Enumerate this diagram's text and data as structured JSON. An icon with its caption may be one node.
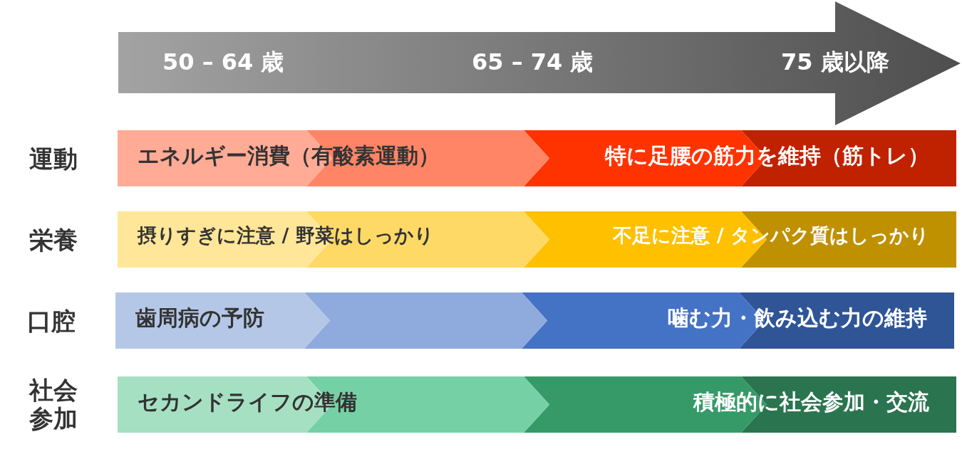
{
  "diagram": {
    "nodes": [
      {
        "text": [
          "50 – 64 歳",
          "65 – 74 歳",
          "75 歳以降"
        ]
      },
      {
        "text": [
          "エネルギー消費（有酸素運動）",
          "特に足腰の筋力を維持（筋トレ）"
        ],
        "beside": [
          "運動"
        ]
      },
      {
        "text": [
          "摂りすぎに注意 / 野菜はしっかり",
          "不足に注意 / タンパク質はしっかり"
        ],
        "beside": [
          "栄養"
        ]
      },
      {
        "text": [
          "歯周病の予防",
          "噛む力・飲み込む力の維持"
        ],
        "beside": [
          "口腔"
        ]
      },
      {
        "text": [
          "セカンドライフの準備",
          "積極的に社会参加・交流"
        ],
        "beside": [
          "社会参加"
        ]
      }
    ],
    "edges": []
  }
}
